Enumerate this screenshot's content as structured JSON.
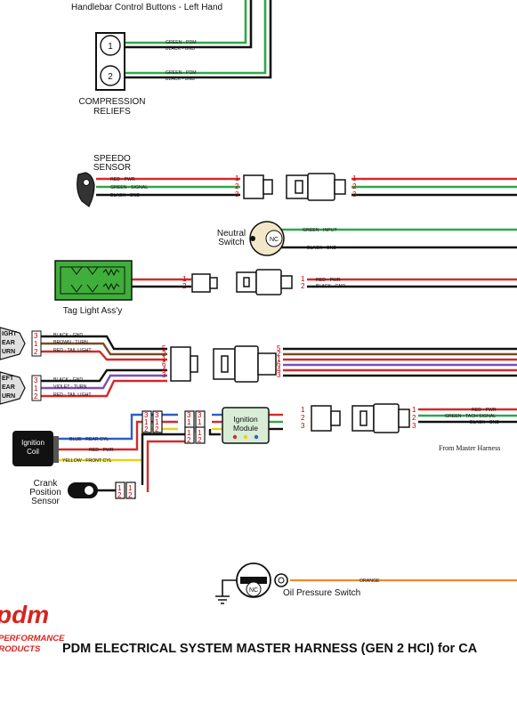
{
  "labels": {
    "handlebar_title": "Handlebar Control Buttons - Left Hand",
    "button_1": "1",
    "button_2": "2",
    "compression_l1": "COMPRESSION",
    "compression_l2": "RELIEFS",
    "speedo_l1": "SPEEDO",
    "speedo_l2": "SENSOR",
    "neutral_l1": "Neutral",
    "neutral_l2": "Switch",
    "nc": "NC",
    "tag_light": "Tag Light Ass'y",
    "ignition_coil_l1": "Ignition",
    "ignition_coil_l2": "Coil",
    "ignition_module_l1": "Ignition",
    "ignition_module_l2": "Module",
    "crank_l1": "Crank",
    "crank_l2": "Position",
    "crank_l3": "Sensor",
    "from_master": "From Master Harness",
    "oil_pressure": "Oil Pressure Switch",
    "right_rear_l1": "IGHT",
    "right_rear_l2": "EAR",
    "right_rear_l3": "URN",
    "left_rear_l1": "EFT",
    "left_rear_l2": "EAR",
    "left_rear_l3": "URN"
  },
  "wires": {
    "green_pdm": "GREEN - PDM",
    "black_gnd": "BLACK - GND",
    "red_pwr": "RED - PWR",
    "green_signal": "GREEN - SIGNAL",
    "green_input": "GREEN - INPUT",
    "brown_turn": "BROWN - TURN",
    "red_tail": "RED - TAIL LIGHT",
    "violet_turn": "VIOLET - TURN",
    "blue_rear_cyl": "BLUE - REAR CYL",
    "yellow_front_cyl": "YELLOW - FRONT CYL",
    "green_tach": "GREEN - TACH SIGNAL",
    "orange": "ORANGE"
  },
  "pins": {
    "p1": "1",
    "p2": "2",
    "p3": "3",
    "p4": "4",
    "p5": "5",
    "p6": "6"
  },
  "footer": {
    "logo": "pdm",
    "logo_sub1": "PERFORMANCE",
    "logo_sub2": "PRODUCTS",
    "title": "PDM ELECTRICAL SYSTEM MASTER HARNESS (GEN 2 HCI) for CA"
  },
  "colors": {
    "green_wire": "#2ea84a",
    "black_wire": "#111111",
    "red_wire": "#d42a2a",
    "brown_wire": "#7a4a24",
    "violet_wire": "#7a4fb8",
    "blue_wire": "#2d5fc4",
    "yellow_wire": "#e8d21a",
    "orange_wire": "#ef8a2a",
    "tag_light_fill": "#3fae3a",
    "ignition_module_fill": "#d8ecd6",
    "logo_red": "#d8231e"
  }
}
